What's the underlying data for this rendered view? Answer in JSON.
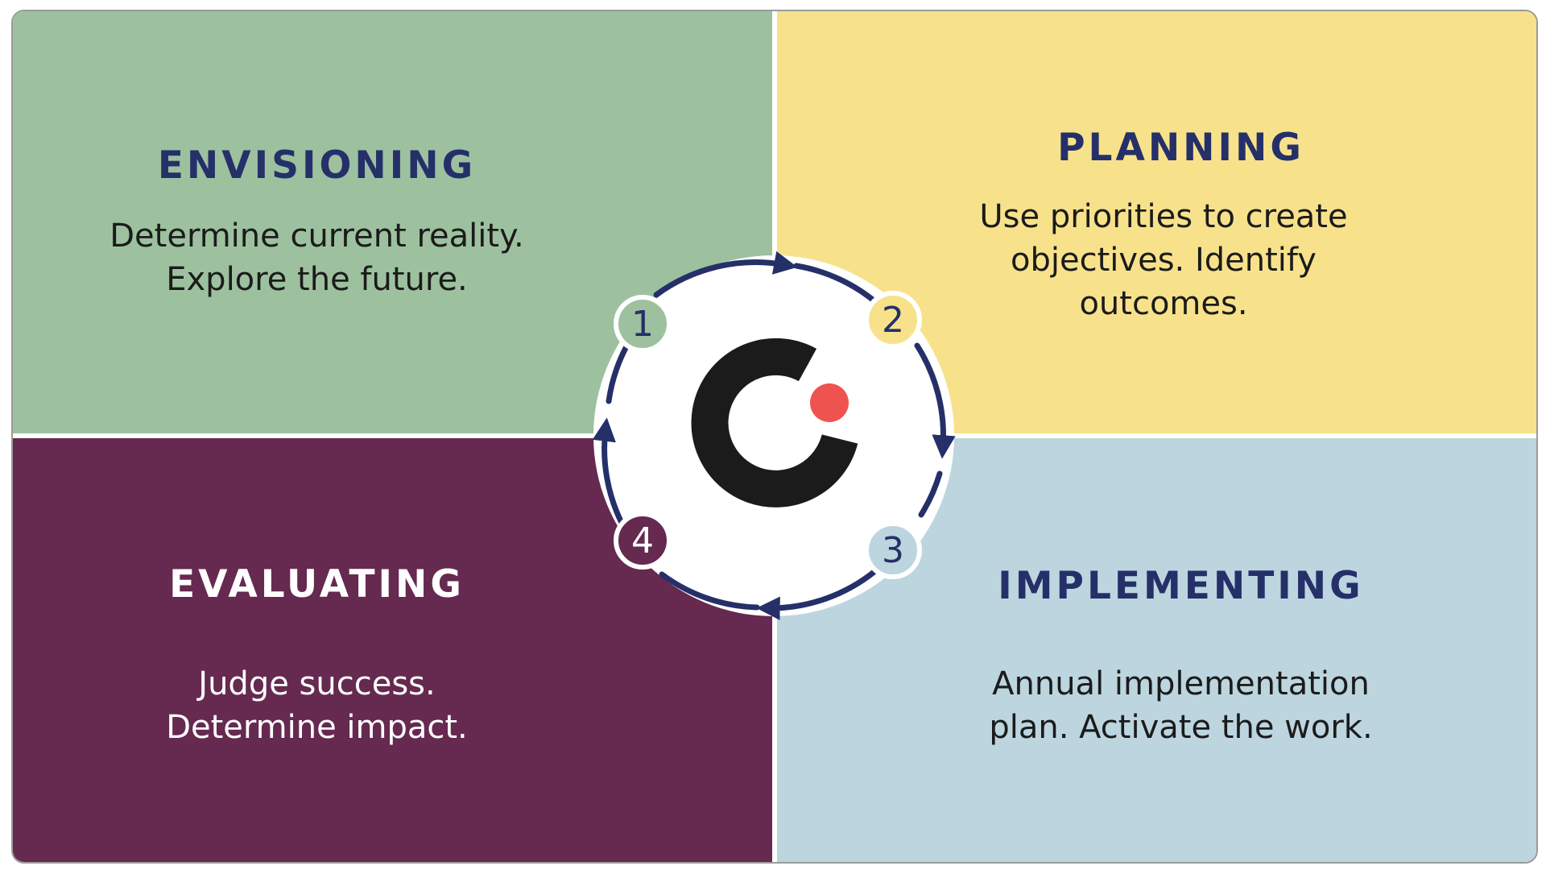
{
  "quadrants": {
    "envisioning": {
      "title": "ENVISIONING",
      "text": "Determine current reality.\nExplore the future.",
      "color": "#9dc19f"
    },
    "planning": {
      "title": "PLANNING",
      "text": "Use priorities to create\nobjectives. Identify\noutcomes.",
      "color": "#f7e28b"
    },
    "implementing": {
      "title": "IMPLEMENTING",
      "text": "Annual implementation\nplan. Activate the work.",
      "color": "#bcd5df"
    },
    "evaluating": {
      "title": "EVALUATING",
      "text": "Judge success.\nDetermine impact.",
      "color": "#66294f"
    }
  },
  "cycle": {
    "steps": [
      "1",
      "2",
      "3",
      "4"
    ],
    "arrow_color": "#253069",
    "logo_ring_color": "#1b1b1b",
    "logo_dot_color": "#ef5350"
  }
}
